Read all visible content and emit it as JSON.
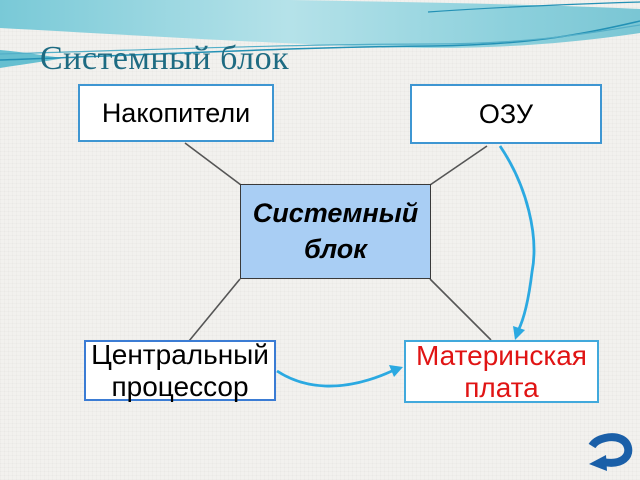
{
  "header": {
    "title": "Системный блок",
    "title_color": "#1E6B82",
    "wave_colors": [
      "#79C9D7",
      "#B5E2E9",
      "#8CD0DC"
    ]
  },
  "diagram": {
    "system_block": {
      "label": "Системный блок",
      "fill": "#A9CEF4",
      "text_color": "#000000"
    },
    "nakopiteli": {
      "label": "Накопители",
      "border_color": "#3E96D2",
      "text_color": "#000000"
    },
    "ozu": {
      "label": "ОЗУ",
      "border_color": "#3E96D2",
      "text_color": "#000000"
    },
    "cpu": {
      "label": "Центральный процессор",
      "border_color": "#3B7CD4",
      "text_color": "#000000"
    },
    "motherboard": {
      "label": "Материнская плата",
      "border_color": "#41A9DC",
      "text_color": "#E01414"
    },
    "connector_color": "#555555",
    "arrow_color": "#2BA9E1"
  },
  "nav": {
    "icon": "curved-return-arrow",
    "icon_color": "#1A5FA8"
  }
}
